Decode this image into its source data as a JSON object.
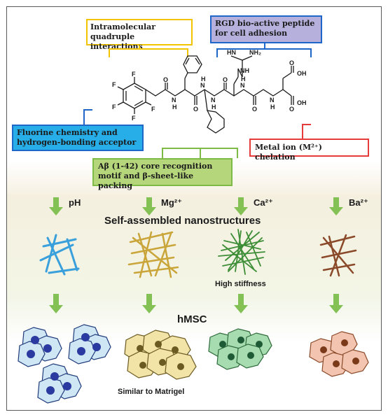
{
  "annotations": {
    "quadruple": "Intramolecular quadruple interactions",
    "rgd": "RGD bio-active peptide for cell adhesion",
    "fluorine": "Fluorine chemistry and hydrogen-bonding acceptor",
    "metal": "Metal ion (M²⁺) chelation",
    "abeta": "Aβ (1-42) core recognition motif and β-sheet-like packing"
  },
  "molecule": {
    "F": "F",
    "NH2": "NH₂",
    "HN": "HN",
    "NH_small": "NH",
    "N": "N",
    "H": "H",
    "O": "O",
    "OH": "OH"
  },
  "triggers": [
    "pH",
    "Mg²⁺",
    "Ca²⁺",
    "Ba²⁺"
  ],
  "self_assembled_title": "Self-assembled nanostructures",
  "high_stiffness": "High stiffness",
  "hmsc_title": "hMSC",
  "similar_matrigel": "Similar to Matrigel",
  "colors": {
    "yellow_border": "#f2c400",
    "purple_fill": "#b6b0dc",
    "blue_border": "#1f66c9",
    "cyan_fill": "#27aee8",
    "red_border": "#e53b3b",
    "green_fill": "#b6d67c",
    "green_border": "#7dbb46",
    "arrow_green": "#84c155",
    "fiber_blue": "#3aa0dc",
    "fiber_gold": "#c9a53a",
    "fiber_green": "#3e8e38",
    "fiber_brown": "#8a4a2a"
  }
}
